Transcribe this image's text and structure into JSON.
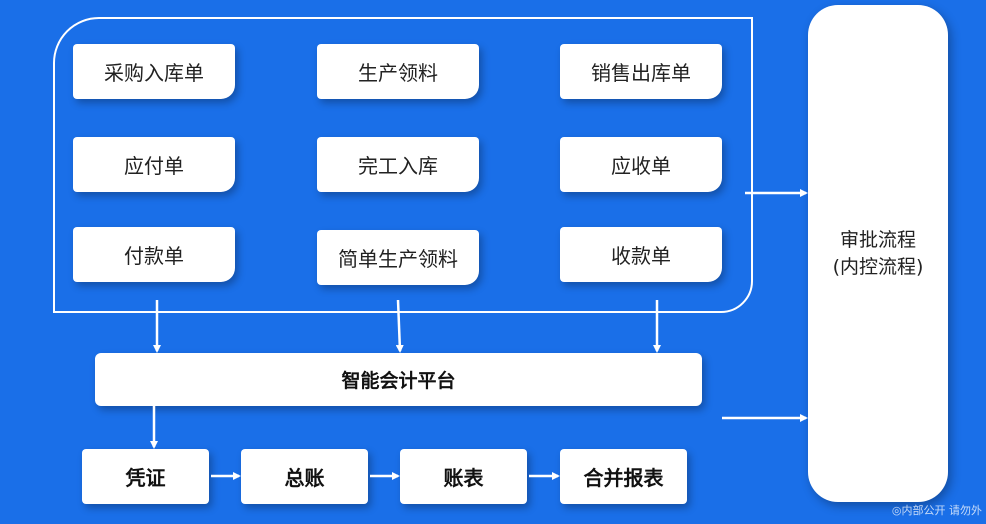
{
  "documents": [
    {
      "label": "采购入库单"
    },
    {
      "label": "生产领料"
    },
    {
      "label": "销售出库单"
    },
    {
      "label": "应付单"
    },
    {
      "label": "完工入库"
    },
    {
      "label": "应收单"
    },
    {
      "label": "付款单"
    },
    {
      "label": "简单生产领料"
    },
    {
      "label": "收款单"
    }
  ],
  "platform": {
    "label": "智能会计平台"
  },
  "approval": {
    "line1": "审批流程",
    "line2": "(内控流程)"
  },
  "outputs": [
    {
      "label": "凭证"
    },
    {
      "label": "总账"
    },
    {
      "label": "账表"
    },
    {
      "label": "合并报表"
    }
  ],
  "watermark": "内部公开 请勿外",
  "colors": {
    "background": "#1a6fe8",
    "box": "#ffffff",
    "arrow": "#ffffff"
  }
}
